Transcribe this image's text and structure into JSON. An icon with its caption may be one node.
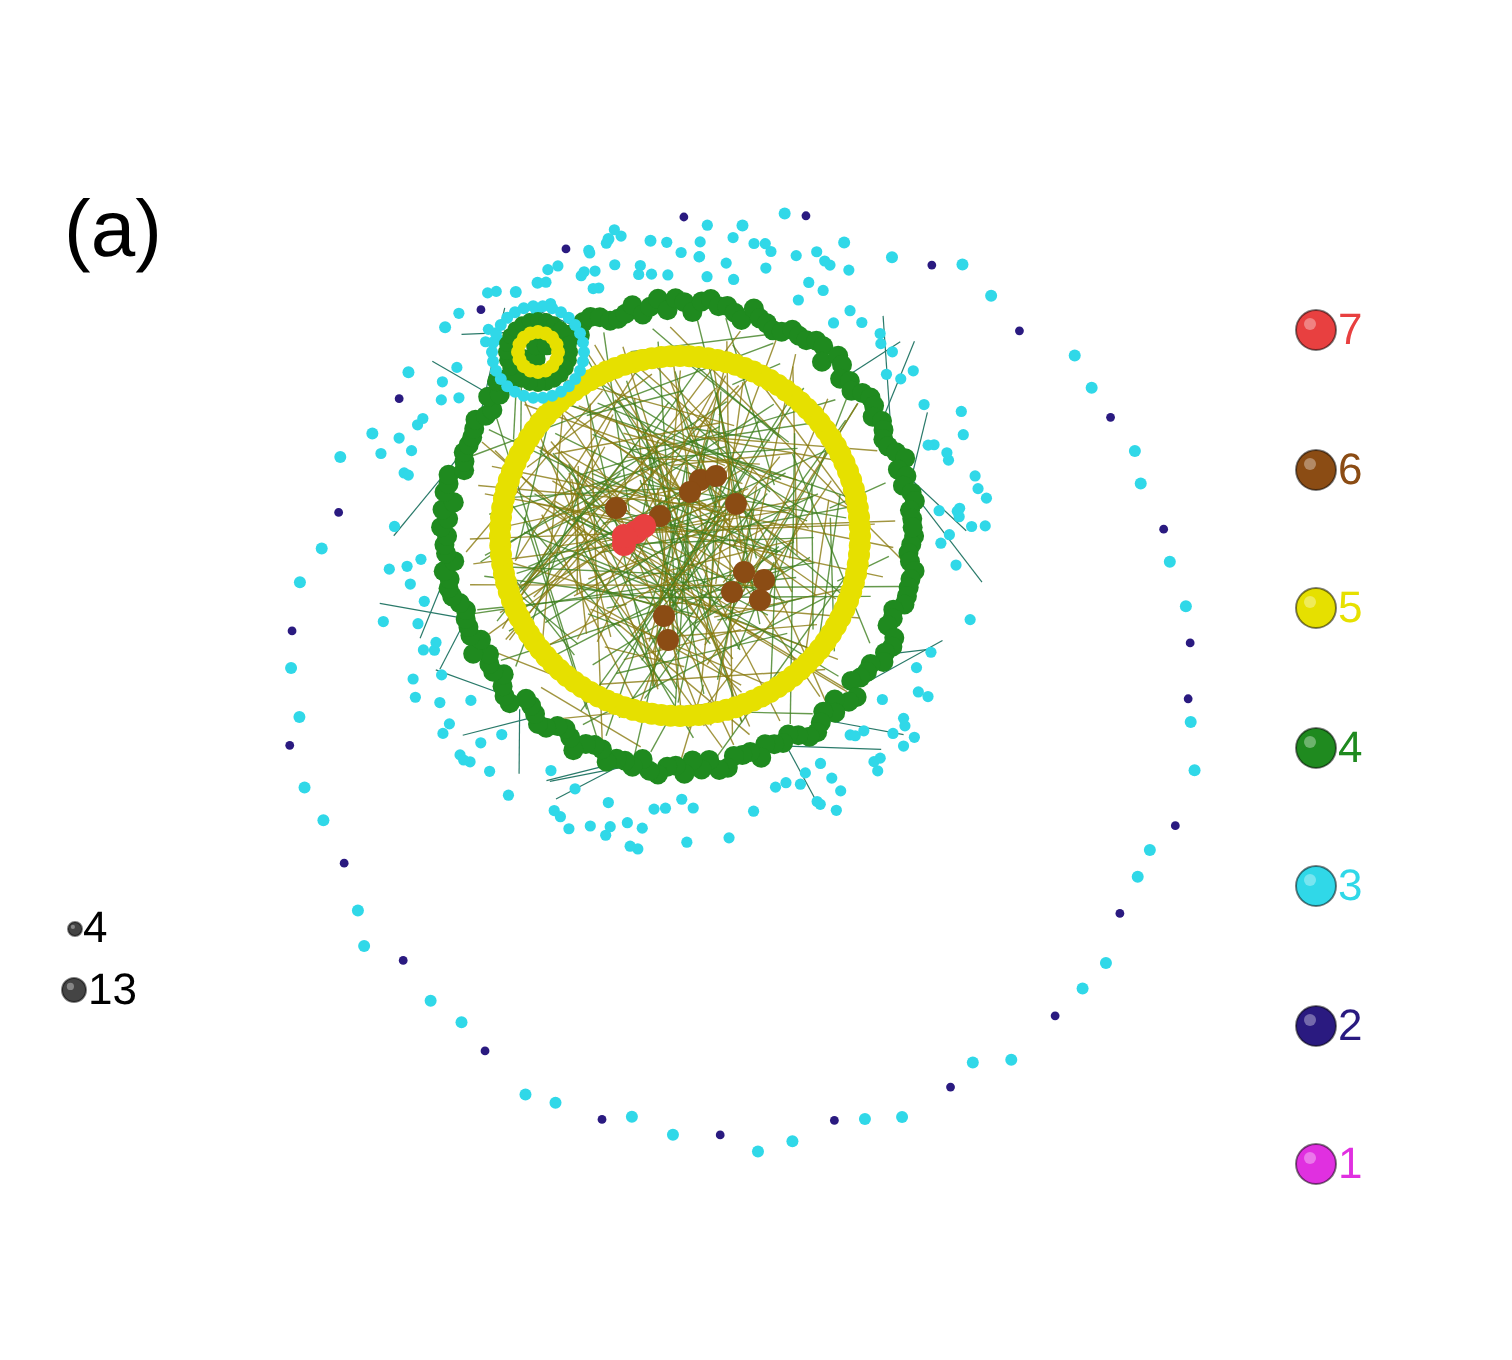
{
  "diagram": {
    "labels": [
      "(a)"
    ],
    "legend": [
      {
        "text": "7",
        "color": "#e84040"
      },
      {
        "text": "6",
        "color": "#8b4c14"
      },
      {
        "text": "5",
        "color": "#e6e000"
      },
      {
        "text": "4",
        "color": "#1f8a1f"
      },
      {
        "text": "3",
        "color": "#30d8e8"
      },
      {
        "text": "2",
        "color": "#2a1a80"
      },
      {
        "text": "1",
        "color": "#e030e0"
      },
      {
        "text": "4"
      },
      {
        "text": "13"
      }
    ]
  }
}
